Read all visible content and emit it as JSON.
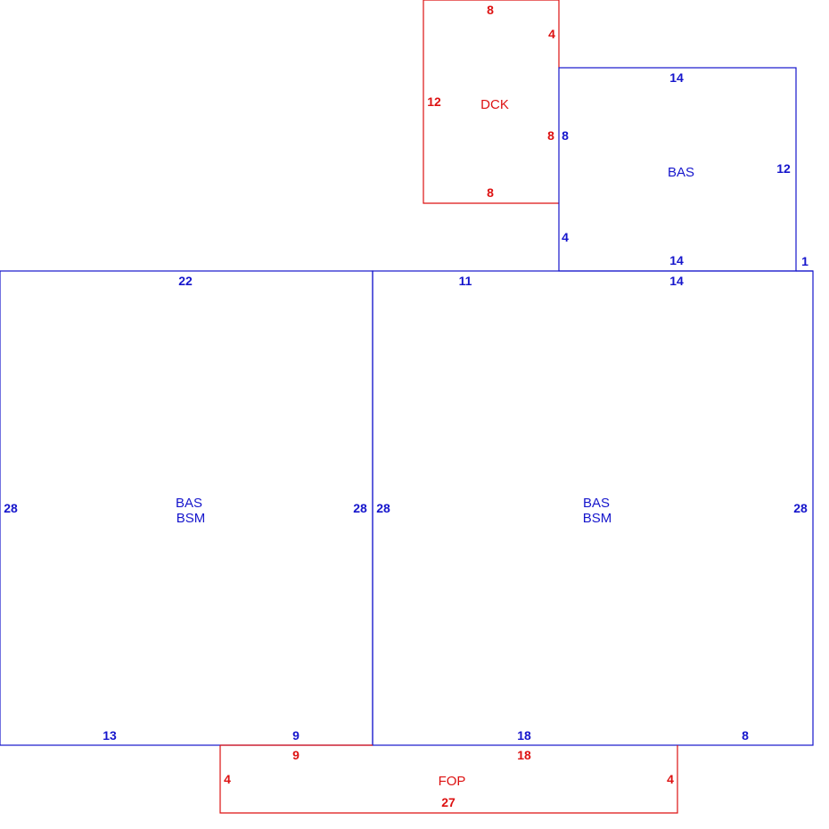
{
  "colors": {
    "living": "#1515cc",
    "exterior": "#dd1111"
  },
  "areas": {
    "dck": {
      "code": "DCK"
    },
    "bas_top": {
      "code": "BAS"
    },
    "bas_left": {
      "code": "BAS",
      "code2": "BSM"
    },
    "bas_right": {
      "code": "BAS",
      "code2": "BSM"
    },
    "fop": {
      "code": "FOP"
    }
  },
  "dimensions": {
    "dck_top": "8",
    "dck_right_upper": "4",
    "dck_left": "12",
    "dck_right": "8",
    "dck_bottom": "8",
    "bas_top_top": "14",
    "bas_top_left": "8",
    "bas_top_right": "12",
    "bas_top_left_lower": "4",
    "bas_top_bottom": "14",
    "bas_top_jog": "1",
    "left_top": "22",
    "left_left": "28",
    "left_right": "28",
    "left_bottom_a": "13",
    "left_bottom_b": "9",
    "right_top_a": "11",
    "right_top_b": "14",
    "right_left": "28",
    "right_right": "28",
    "right_bottom_a": "18",
    "right_bottom_b": "8",
    "fop_top_a": "9",
    "fop_top_b": "18",
    "fop_left": "4",
    "fop_right": "4",
    "fop_bottom": "27"
  }
}
